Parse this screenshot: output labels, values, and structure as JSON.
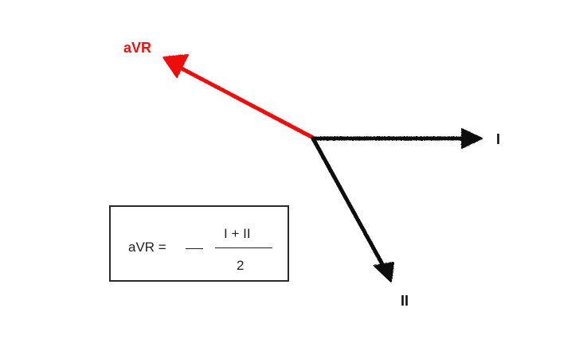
{
  "colors": {
    "avr_vector": "#ee1111",
    "lead_vector": "#111111",
    "avr_label": "#ee1111",
    "lead_label": "#111111"
  },
  "vectors": {
    "avr_label": "aVR",
    "i_label": "I",
    "ii_label": "II"
  },
  "formula": {
    "lhs": "aVR =",
    "numerator": "I + II",
    "denominator": "2"
  }
}
